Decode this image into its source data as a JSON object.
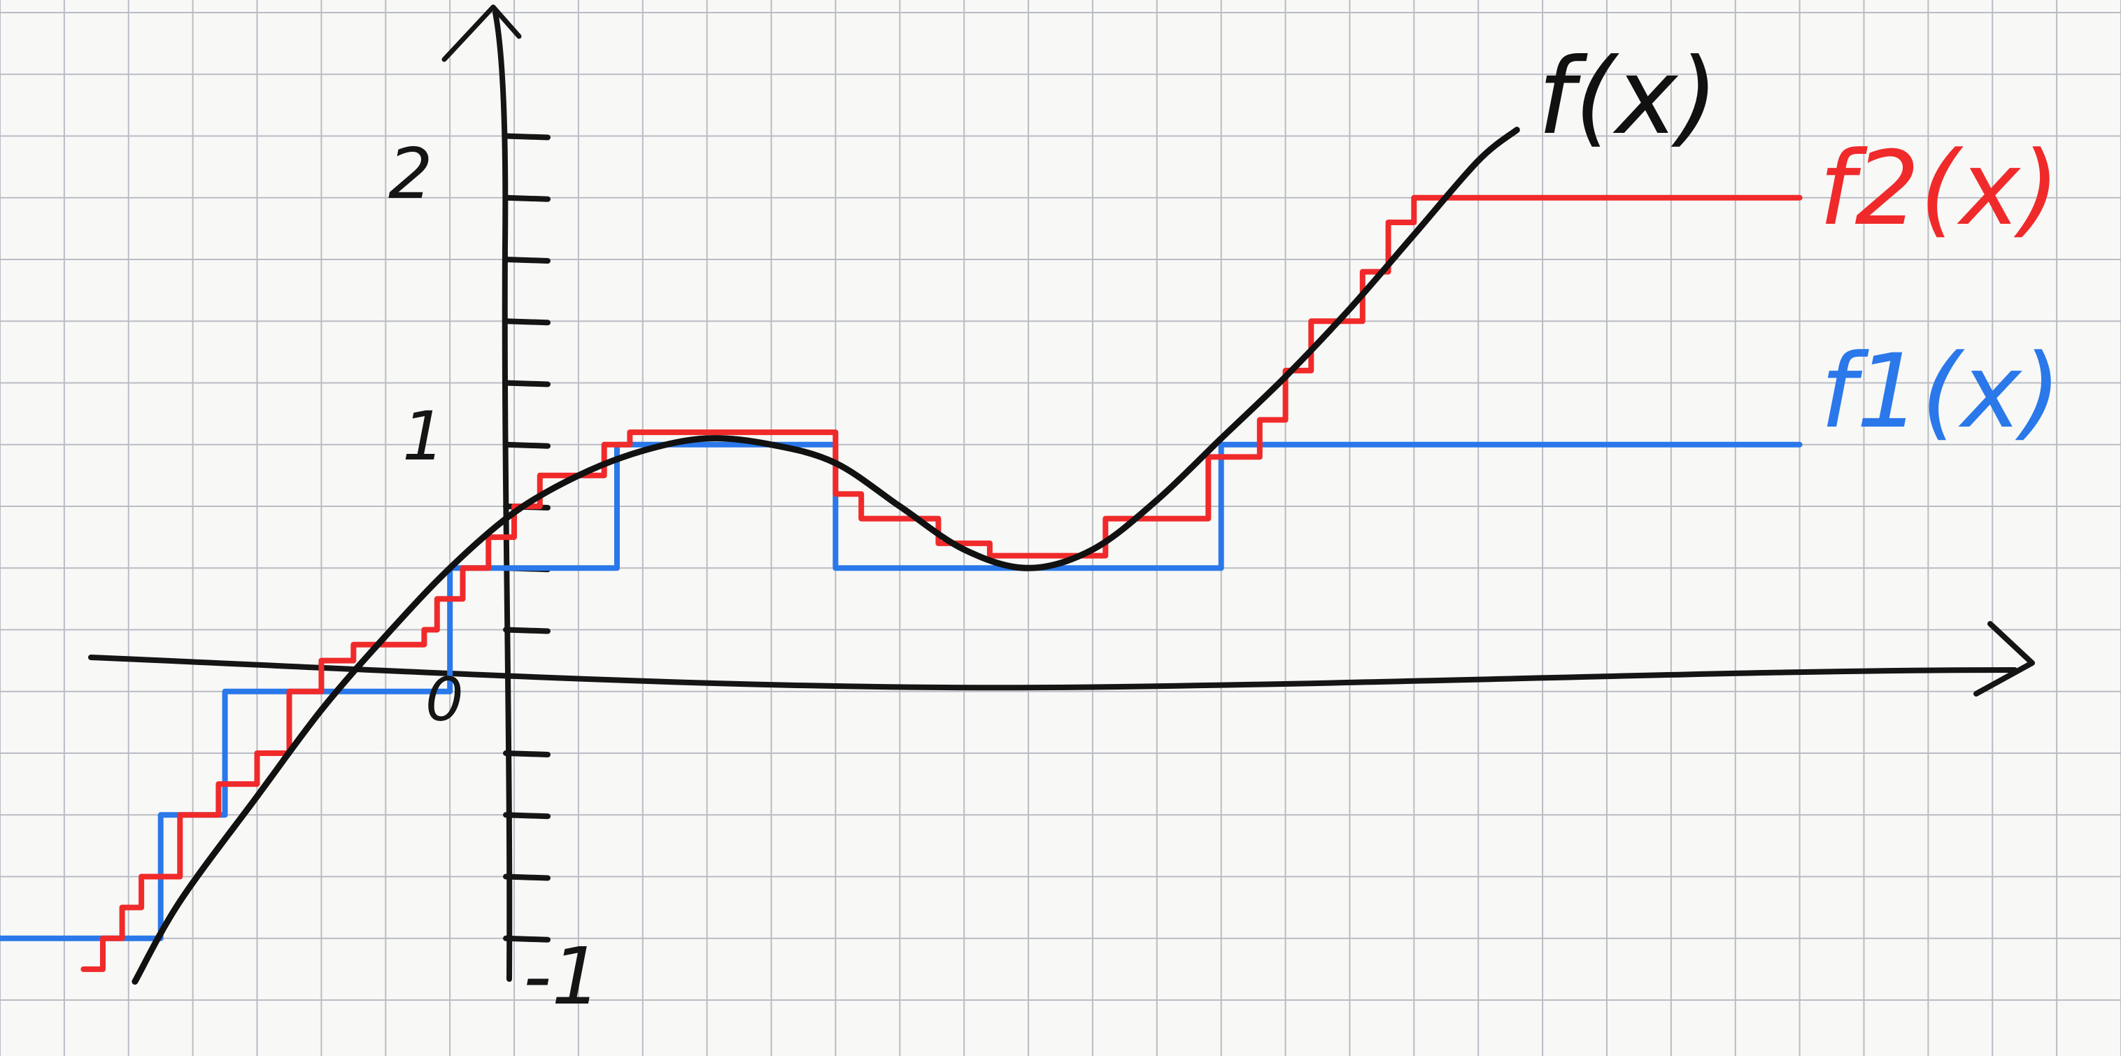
{
  "chart_data": {
    "type": "line",
    "title": "",
    "xlabel": "",
    "ylabel": "",
    "xlim": [
      -4.0,
      12.5
    ],
    "ylim": [
      -2.5,
      5.5
    ],
    "grid": true,
    "tick_labels": {
      "y_two": "2",
      "y_one": "1",
      "origin": "0",
      "y_minus_one": "-1"
    },
    "colors": {
      "grid": "#b9bcc4",
      "axis": "#151515",
      "curve": "#111111",
      "f1": "#2a78ea",
      "f2": "#f02a2a"
    },
    "series": [
      {
        "name": "f(x)",
        "color": "#111111",
        "style": "smooth curve",
        "points": [
          [
            -2.95,
            -2.35
          ],
          [
            -2.6,
            -1.7
          ],
          [
            -2.0,
            -0.85
          ],
          [
            -1.5,
            -0.15
          ],
          [
            -1.0,
            0.45
          ],
          [
            -0.5,
            1.0
          ],
          [
            0.0,
            1.45
          ],
          [
            0.5,
            1.75
          ],
          [
            1.0,
            1.95
          ],
          [
            1.5,
            2.05
          ],
          [
            2.0,
            2.0
          ],
          [
            2.5,
            1.85
          ],
          [
            3.0,
            1.5
          ],
          [
            3.5,
            1.15
          ],
          [
            4.0,
            1.0
          ],
          [
            4.5,
            1.15
          ],
          [
            5.0,
            1.55
          ],
          [
            5.5,
            2.05
          ],
          [
            6.0,
            2.55
          ],
          [
            6.5,
            3.1
          ],
          [
            7.0,
            3.7
          ],
          [
            7.5,
            4.3
          ],
          [
            7.8,
            4.55
          ]
        ]
      },
      {
        "name": "f2(x)",
        "color": "#f02a2a",
        "style": "step",
        "points": [
          [
            -3.35,
            -2.25
          ],
          [
            -3.2,
            -2.25
          ],
          [
            -3.2,
            -2.0
          ],
          [
            -3.05,
            -2.0
          ],
          [
            -3.05,
            -1.75
          ],
          [
            -2.9,
            -1.75
          ],
          [
            -2.9,
            -1.5
          ],
          [
            -2.6,
            -1.5
          ],
          [
            -2.6,
            -1.0
          ],
          [
            -2.3,
            -1.0
          ],
          [
            -2.3,
            -0.75
          ],
          [
            -2.0,
            -0.75
          ],
          [
            -2.0,
            -0.5
          ],
          [
            -1.75,
            -0.5
          ],
          [
            -1.75,
            0.0
          ],
          [
            -1.5,
            0.0
          ],
          [
            -1.5,
            0.25
          ],
          [
            -1.25,
            0.25
          ],
          [
            -1.25,
            0.38
          ],
          [
            -0.7,
            0.38
          ],
          [
            -0.7,
            0.5
          ],
          [
            -0.6,
            0.5
          ],
          [
            -0.6,
            0.75
          ],
          [
            -0.4,
            0.75
          ],
          [
            -0.4,
            1.0
          ],
          [
            -0.2,
            1.0
          ],
          [
            -0.2,
            1.25
          ],
          [
            0.0,
            1.25
          ],
          [
            0.0,
            1.5
          ],
          [
            0.2,
            1.5
          ],
          [
            0.2,
            1.75
          ],
          [
            0.7,
            1.75
          ],
          [
            0.7,
            2.0
          ],
          [
            0.9,
            2.0
          ],
          [
            0.9,
            2.1
          ],
          [
            2.5,
            2.1
          ],
          [
            2.5,
            1.6
          ],
          [
            2.7,
            1.6
          ],
          [
            2.7,
            1.4
          ],
          [
            3.3,
            1.4
          ],
          [
            3.3,
            1.2
          ],
          [
            3.7,
            1.2
          ],
          [
            3.7,
            1.1
          ],
          [
            4.6,
            1.1
          ],
          [
            4.6,
            1.4
          ],
          [
            5.4,
            1.4
          ],
          [
            5.4,
            1.9
          ],
          [
            5.8,
            1.9
          ],
          [
            5.8,
            2.2
          ],
          [
            6.0,
            2.2
          ],
          [
            6.0,
            2.6
          ],
          [
            6.2,
            2.6
          ],
          [
            6.2,
            3.0
          ],
          [
            6.6,
            3.0
          ],
          [
            6.6,
            3.4
          ],
          [
            6.8,
            3.4
          ],
          [
            6.8,
            3.8
          ],
          [
            7.0,
            3.8
          ],
          [
            7.0,
            4.0
          ],
          [
            10.0,
            4.0
          ]
        ]
      },
      {
        "name": "f1(x)",
        "color": "#2a78ea",
        "style": "step",
        "points": [
          [
            -4.0,
            -2.0
          ],
          [
            -2.75,
            -2.0
          ],
          [
            -2.75,
            -1.0
          ],
          [
            -2.25,
            -1.0
          ],
          [
            -2.25,
            0.0
          ],
          [
            -0.5,
            0.0
          ],
          [
            -0.5,
            1.0
          ],
          [
            0.8,
            1.0
          ],
          [
            0.8,
            2.0
          ],
          [
            2.5,
            2.0
          ],
          [
            2.5,
            1.0
          ],
          [
            5.5,
            1.0
          ],
          [
            5.5,
            2.0
          ],
          [
            10.0,
            2.0
          ]
        ]
      }
    ]
  },
  "labels": {
    "f": "f(x)",
    "f2": "f2(x)",
    "f1": "f1(x)"
  }
}
